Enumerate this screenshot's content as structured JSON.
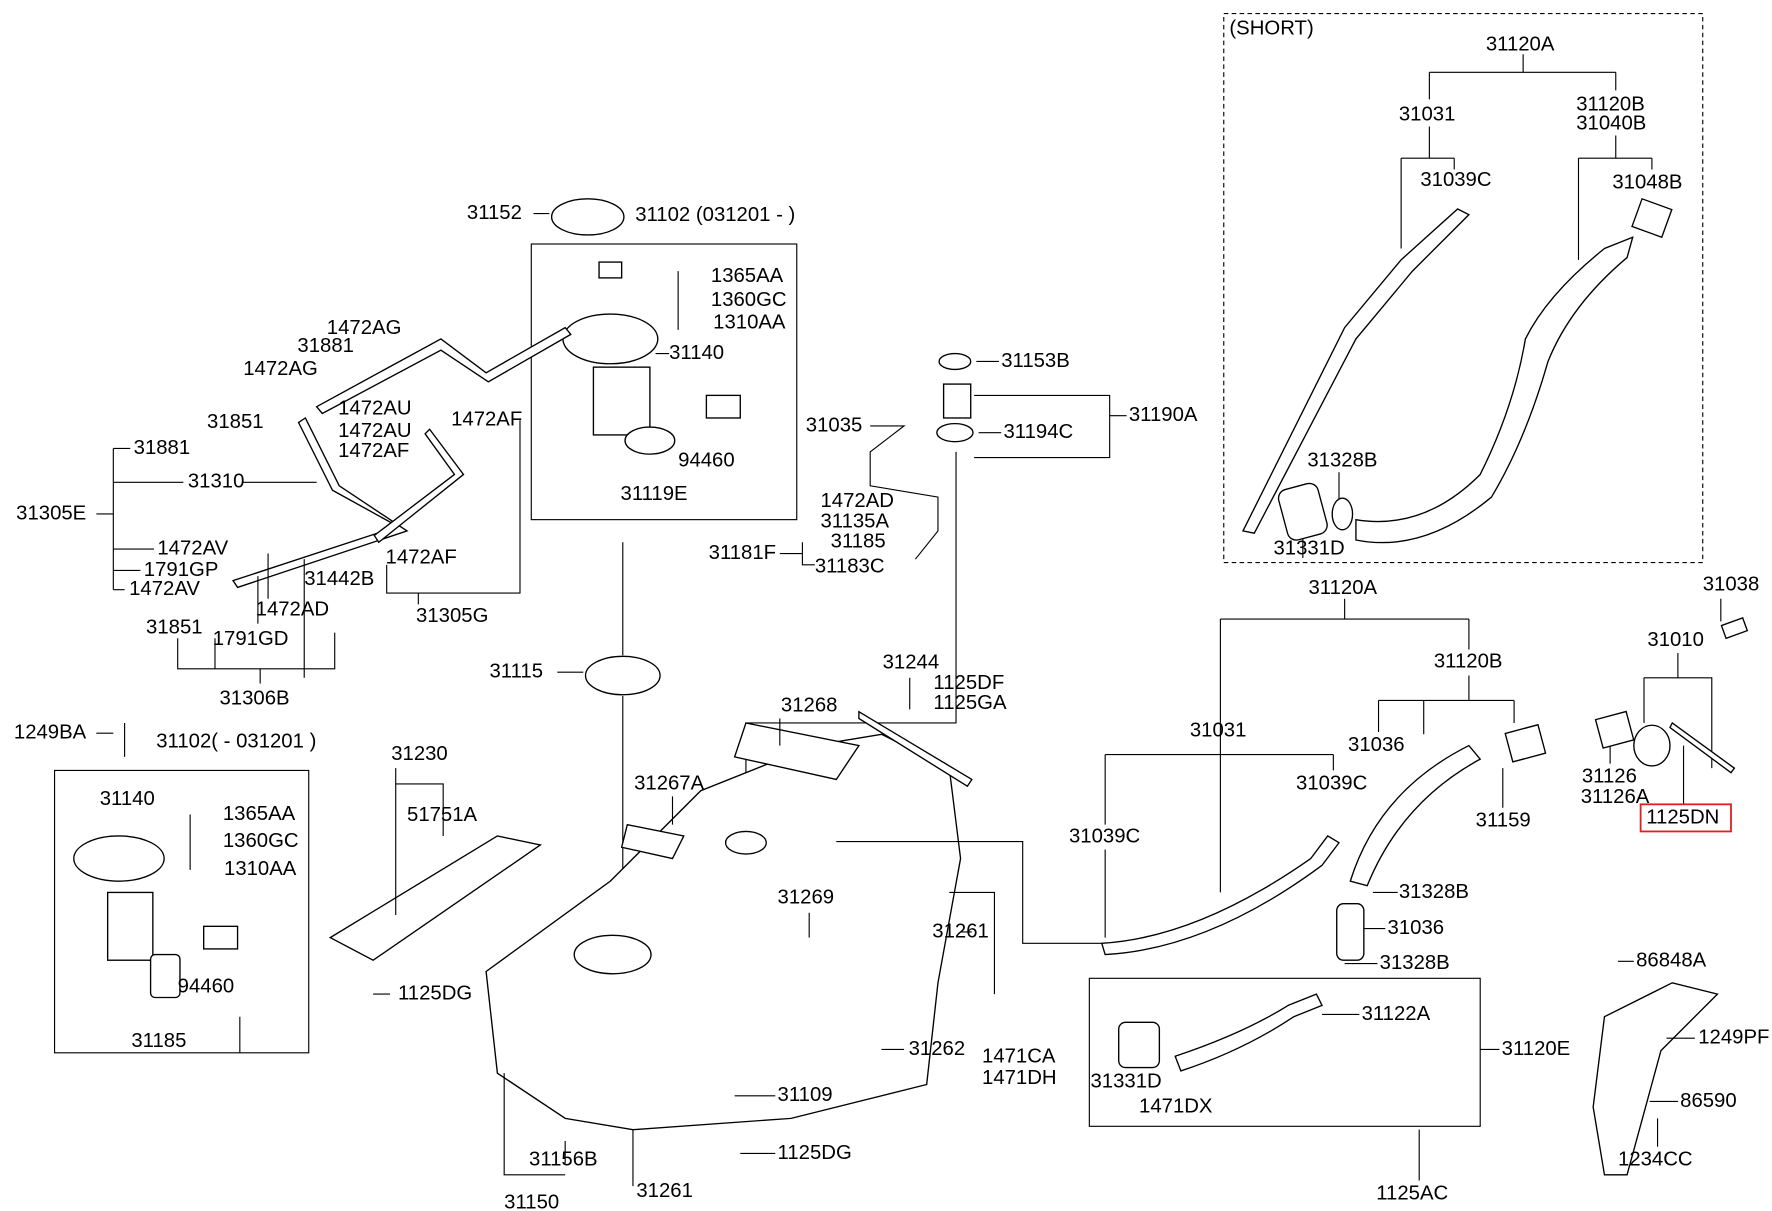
{
  "diagram": {
    "highlight_color": "#e02020",
    "highlighted_part": "1125DN",
    "short_box": {
      "title": "(SHORT)",
      "p31120A": "31120A",
      "p31031": "31031",
      "p31120B": "31120B",
      "p31040B": "31040B",
      "p31039C": "31039C",
      "p31048B": "31048B",
      "p31328B": "31328B",
      "p31331D": "31331D"
    },
    "pump_upper": {
      "p31152": "31152",
      "title": "31102 (031201 - )",
      "p1365AA": "1365AA",
      "p1360GC": "1360GC",
      "p1310AA": "1310AA",
      "p31140": "31140",
      "p94460": "94460",
      "p31119E": "31119E"
    },
    "sender": {
      "p31153B": "31153B",
      "p31190A": "31190A",
      "p31035": "31035",
      "p31194C": "31194C",
      "p1472AD": "1472AD",
      "p31135A": "31135A",
      "p31185": "31185",
      "p31181F": "31181F",
      "p31183C": "31183C"
    },
    "lines": {
      "p1472AG_a": "1472AG",
      "p31881_a": "31881",
      "p1472AG_b": "1472AG",
      "p1472AU_a": "1472AU",
      "p1472AU_b": "1472AU",
      "p1472AF_a": "1472AF",
      "p1472AF_b": "1472AF",
      "p31851_a": "31851",
      "p31881_b": "31881",
      "p31310": "31310",
      "p31305E": "31305E",
      "p1472AV_a": "1472AV",
      "p1791GP": "1791GP",
      "p1472AV_b": "1472AV",
      "p31442B": "31442B",
      "p1472AD": "1472AD",
      "p1472AF_c": "1472AF",
      "p31305G": "31305G",
      "p31851_b": "31851",
      "p1791GD": "1791GD",
      "p31306B": "31306B"
    },
    "pump_lower": {
      "p1249BA": "1249BA",
      "title": "31102( - 031201 )",
      "p31140": "31140",
      "p1365AA": "1365AA",
      "p1360GC": "1360GC",
      "p1310AA": "1310AA",
      "p94460": "94460",
      "p31185": "31185"
    },
    "tank": {
      "p31115": "31115",
      "p31230": "31230",
      "p51751A": "51751A",
      "p1125DG_a": "1125DG",
      "p31244": "31244",
      "p1125DF": "1125DF",
      "p1125GA": "1125GA",
      "p31268": "31268",
      "p31267A": "31267A",
      "p31269": "31269",
      "p31261_a": "31261",
      "p31262": "31262",
      "p1471CA": "1471CA",
      "p1471DH": "1471DH",
      "p31109": "31109",
      "p1125DG_b": "1125DG",
      "p31156B": "31156B",
      "p31150": "31150",
      "p31261_b": "31261"
    },
    "filler": {
      "p31120A": "31120A",
      "p31038": "31038",
      "p31010": "31010",
      "p31120B": "31120B",
      "p31031": "31031",
      "p31036_a": "31036",
      "p31039C_a": "31039C",
      "p31039C_b": "31039C",
      "p31126": "31126",
      "p31126A": "31126A",
      "p31159": "31159",
      "p1125DN": "1125DN",
      "p31328B_a": "31328B",
      "p31036_b": "31036",
      "p31328B_b": "31328B",
      "p86848A": "86848A",
      "p31122A": "31122A",
      "p1249PF": "1249PF",
      "p31120E": "31120E",
      "p31331D": "31331D",
      "p1471DX": "1471DX",
      "p86590": "86590",
      "p1234CC": "1234CC",
      "p1125AC": "1125AC"
    }
  }
}
